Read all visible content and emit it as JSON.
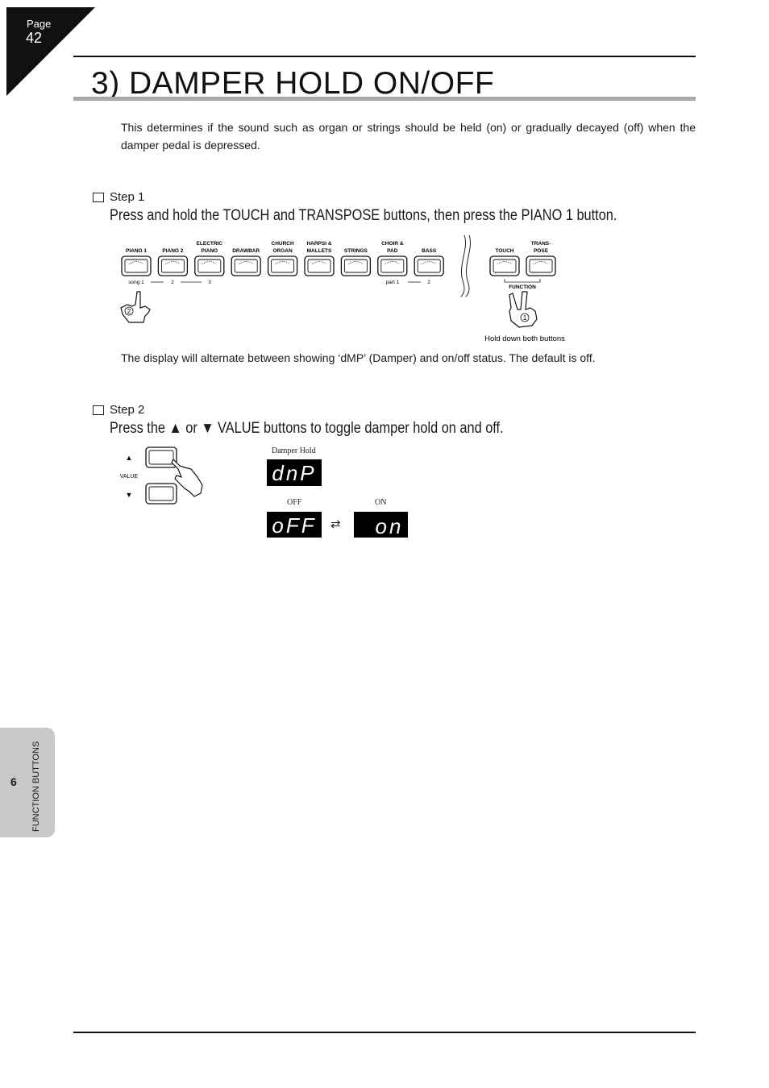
{
  "header": {
    "page_label": "Page",
    "page_number": "42",
    "title": "3) DAMPER HOLD ON/OFF"
  },
  "intro": "This determines if the sound such as organ or strings should be held (on) or gradually decayed (off) when the damper pedal is depressed.",
  "step1": {
    "label": "Step 1",
    "instruction": "Press and hold the TOUCH and TRANSPOSE buttons, then press the PIANO 1 button.",
    "buttons": [
      {
        "line1": "PIANO 1",
        "line2": ""
      },
      {
        "line1": "PIANO 2",
        "line2": ""
      },
      {
        "line1": "ELECTRIC",
        "line2": "PIANO"
      },
      {
        "line1": "DRAWBAR",
        "line2": ""
      },
      {
        "line1": "CHURCH",
        "line2": "ORGAN"
      },
      {
        "line1": "HARPSI &",
        "line2": "MALLETS"
      },
      {
        "line1": "STRINGS",
        "line2": ""
      },
      {
        "line1": "CHOIR &",
        "line2": "PAD"
      },
      {
        "line1": "BASS",
        "line2": ""
      }
    ],
    "song_labels": [
      "song 1",
      "2",
      "3"
    ],
    "part_labels": [
      "part 1",
      "2"
    ],
    "right_buttons": [
      {
        "line1": "TOUCH",
        "line2": ""
      },
      {
        "line1": "TRANS-",
        "line2": "POSE"
      }
    ],
    "function_label": "FUNCTION",
    "finger_press": "2",
    "finger_hold": "1",
    "hold_caption": "Hold down both buttons",
    "note": "The display will alternate between showing ‘dMP’ (Damper) and on/off status. The default is off."
  },
  "step2": {
    "label": "Step 2",
    "instruction": "Press the ▲ or ▼ VALUE buttons to toggle damper hold on and off.",
    "up_arrow": "▲",
    "down_arrow": "▼",
    "value_label": "VALUE",
    "display_caption": "Damper Hold",
    "display_text": "dnP",
    "off_label": "OFF",
    "on_label": "ON",
    "off_display": "oFF",
    "on_display": "on",
    "toggle_symbol": "⇄"
  },
  "sidetab": {
    "chapter": "6",
    "section": "FUNCTION BUTTONS"
  }
}
